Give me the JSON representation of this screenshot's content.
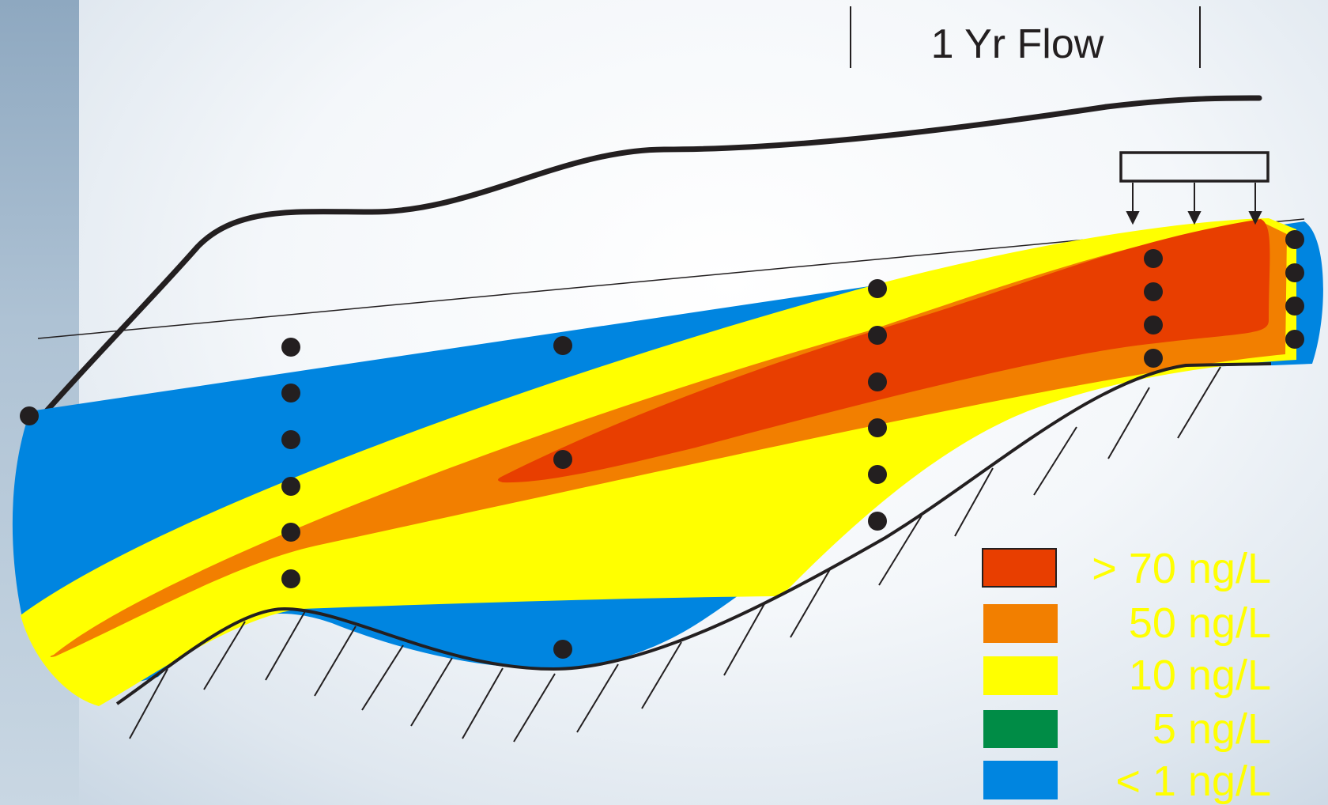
{
  "title": "1 Yr Flow",
  "legend": [
    {
      "label": "> 70 ng/L",
      "color": "#e83e00"
    },
    {
      "label": "50 ng/L",
      "color": "#f27f00"
    },
    {
      "label": "10 ng/L",
      "color": "#ffff00"
    },
    {
      "label": "5 ng/L",
      "color": "#008c46"
    },
    {
      "label": "< 1 ng/L",
      "color": "#0085e0"
    }
  ],
  "colors": {
    "label_text": "#ffff00",
    "outline": "#231f20"
  }
}
